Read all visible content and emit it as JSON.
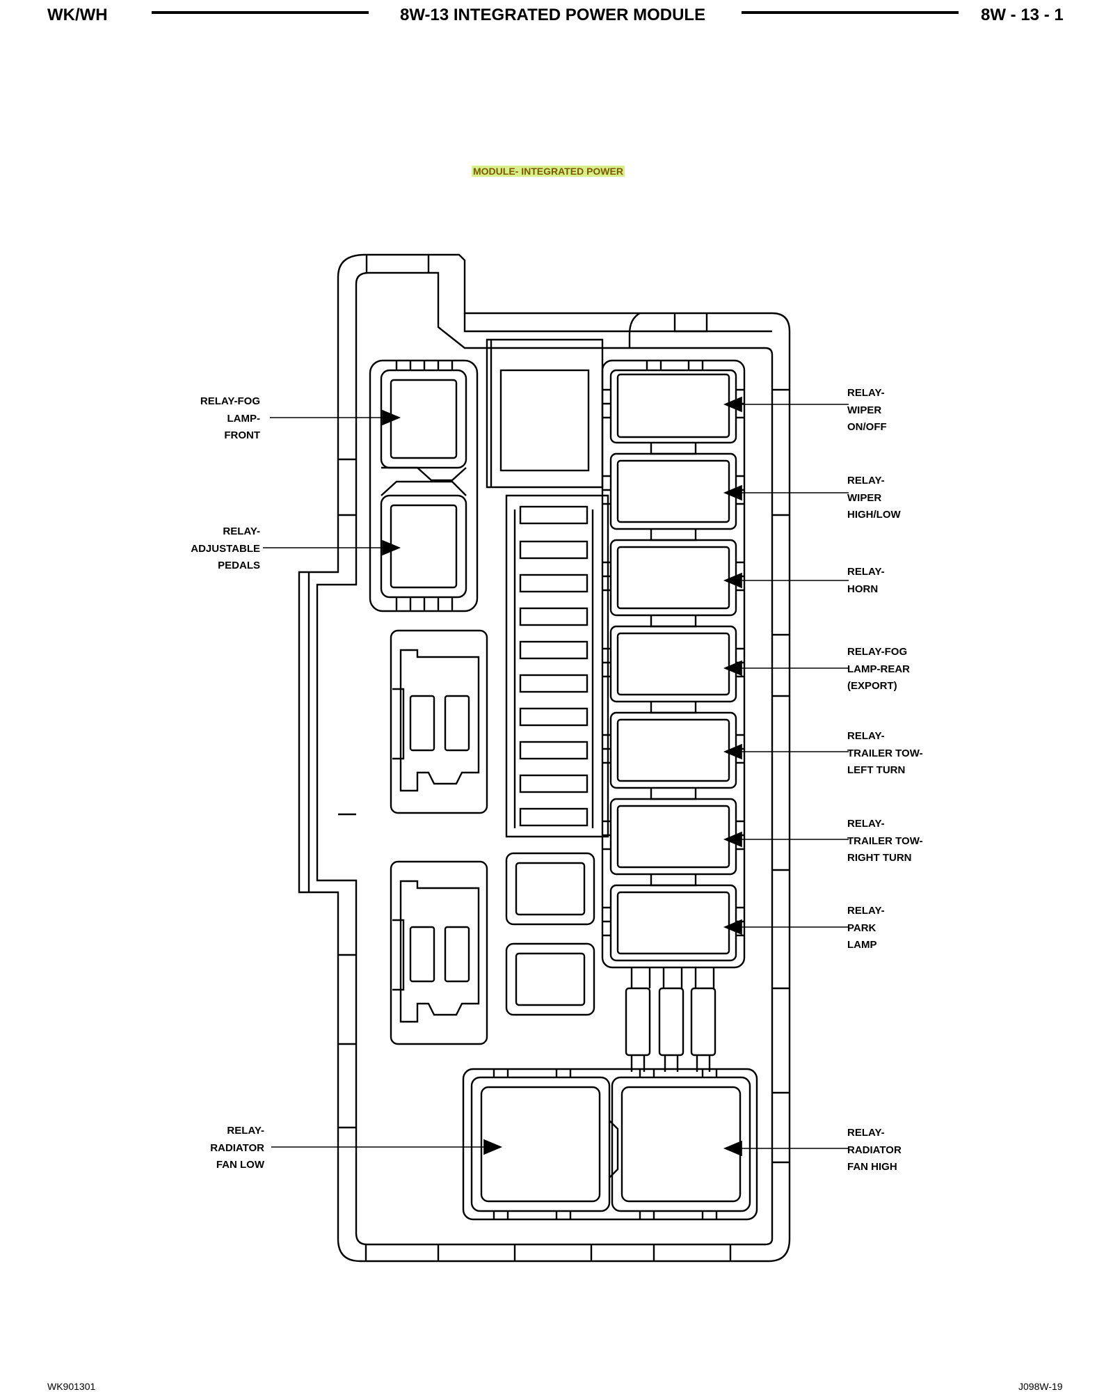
{
  "header": {
    "left": "WK/WH",
    "title": "8W-13 INTEGRATED POWER MODULE",
    "right": "8W - 13 - 1"
  },
  "footer": {
    "left": "WK901301",
    "right": "J098W-19"
  },
  "module_title": "MODULE- INTEGRATED POWER",
  "labels": {
    "fog_front": [
      "RELAY-FOG",
      "LAMP-",
      "FRONT"
    ],
    "adjustable_pedals": [
      "RELAY-",
      "ADJUSTABLE",
      "PEDALS"
    ],
    "radiator_fan_low": [
      "RELAY-",
      "RADIATOR",
      "FAN LOW"
    ],
    "wiper_onoff": [
      "RELAY-",
      "WIPER",
      "ON/OFF"
    ],
    "wiper_highlow": [
      "RELAY-",
      "WIPER",
      "HIGH/LOW"
    ],
    "horn": [
      "RELAY-",
      "HORN"
    ],
    "fog_rear": [
      "RELAY-FOG",
      "LAMP-REAR",
      "(EXPORT)"
    ],
    "trailer_left": [
      "RELAY-",
      "TRAILER TOW-",
      "LEFT TURN"
    ],
    "trailer_right": [
      "RELAY-",
      "TRAILER TOW-",
      "RIGHT TURN"
    ],
    "park_lamp": [
      "RELAY-",
      "PARK",
      "LAMP"
    ],
    "radiator_fan_high": [
      "RELAY-",
      "RADIATOR",
      "FAN HIGH"
    ]
  }
}
